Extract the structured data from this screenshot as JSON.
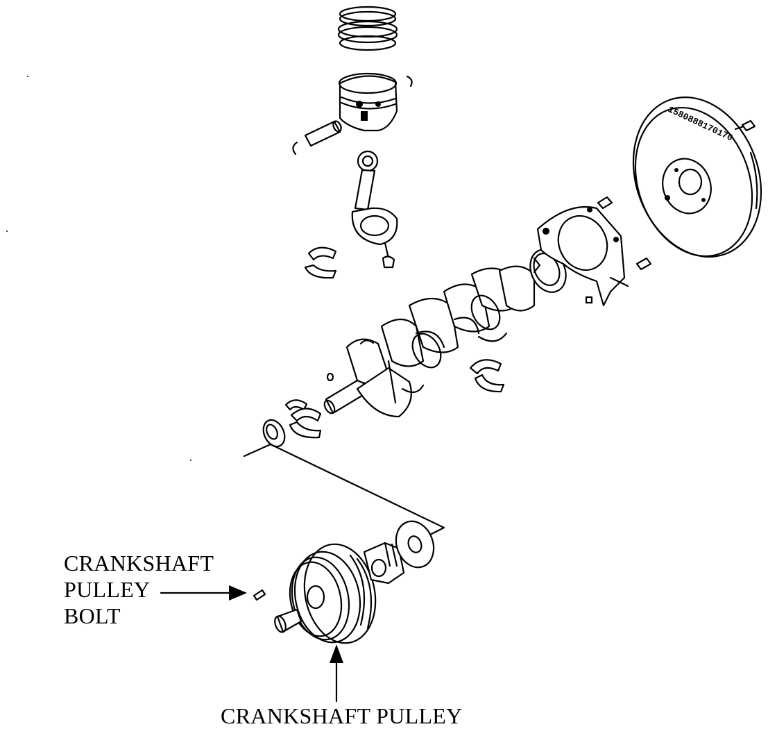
{
  "labels": {
    "bolt": [
      "CRANKSHAFT",
      "PULLEY",
      "BOLT"
    ],
    "pulley": "CRANKSHAFT PULLEY",
    "flywheel_marking": "1580888170170"
  },
  "colors": {
    "ink": "#000000",
    "paper": "#ffffff"
  }
}
